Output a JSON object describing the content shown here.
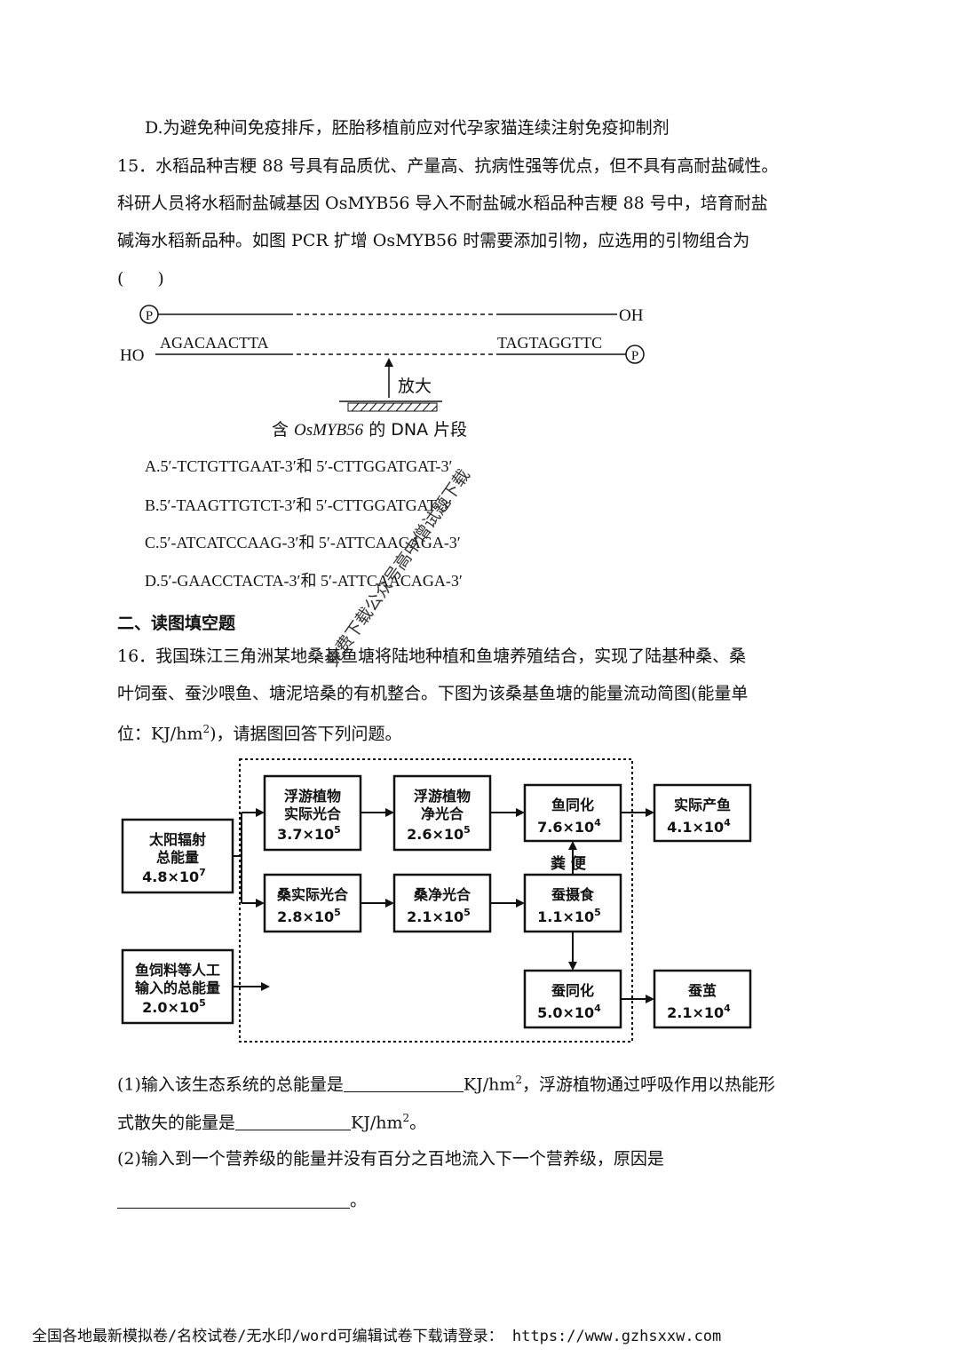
{
  "q14_option_d": "D.为避免种间免疫排斥，胚胎移植前应对代孕家猫连续注射免疫抑制剂",
  "q15": {
    "stem_lines": [
      "15．水稻品种吉粳 88 号具有品质优、产量高、抗病性强等优点，但不具有高耐盐碱性。",
      "科研人员将水稻耐盐碱基因 OsMYB56 导入不耐盐碱水稻品种吉粳 88 号中，培育耐盐",
      "碱海水稻新品种。如图 PCR 扩增 OsMYB56 时需要添加引物，应选用的引物组合为",
      "(　　)"
    ],
    "diagram": {
      "p_label": "P",
      "oh_right": "OH",
      "ho_left": "HO",
      "seq_left": "AGACAACTTA",
      "seq_right": "TAGTAGGTTC",
      "magnify_label": "放大",
      "caption_prefix": "含 ",
      "caption_gene": "OsMYB56",
      "caption_suffix": " 的 DNA 片段"
    },
    "options": [
      "A.5′-TCTGTTGAAT-3′和 5′-CTTGGATGAT-3′",
      "B.5′-TAAGTTGTCT-3′和 5′-CTTGGATGAT-3′",
      "C.5′-ATCATCCAAG-3′和 5′-ATTCAACAGA-3′",
      "D.5′-GAACCTACTA-3′和 5′-ATTCAACAGA-3′"
    ]
  },
  "section_title": "二、读图填空题",
  "q16": {
    "stem_lines": [
      "16．我国珠江三角洲某地桑基鱼塘将陆地种植和鱼塘养殖结合，实现了陆基种桑、桑",
      "叶饲蚕、蚕沙喂鱼、塘泥培桑的有机整合。下图为该桑基鱼塘的能量流动简图(能量单"
    ],
    "stem_line3_prefix": "位：KJ/hm",
    "stem_line3_sup": "2",
    "stem_line3_suffix": ")，请据图回答下列问题。",
    "flow": {
      "solar_l1": "太阳辐射",
      "solar_l2": "总能量",
      "solar_val": "4.8×10",
      "solar_exp": "7",
      "plankton_gross_l1": "浮游植物",
      "plankton_gross_l2": "实际光合",
      "plankton_gross_val": "3.7×10",
      "plankton_gross_exp": "5",
      "plankton_net_l1": "浮游植物",
      "plankton_net_l2": "净光合",
      "plankton_net_val": "2.6×10",
      "plankton_net_exp": "5",
      "fish_assim_l1": "鱼同化",
      "fish_assim_val": "7.6×10",
      "fish_assim_exp": "4",
      "fish_yield_l1": "实际产鱼",
      "fish_yield_val": "4.1×10",
      "fish_yield_exp": "4",
      "mulberry_gross_l1": "桑实际光合",
      "mulberry_gross_val": "2.8×10",
      "mulberry_gross_exp": "5",
      "mulberry_net_l1": "桑净光合",
      "mulberry_net_val": "2.1×10",
      "mulberry_net_exp": "5",
      "silkworm_intake_l1": "蚕摄食",
      "silkworm_intake_val": "1.1×10",
      "silkworm_intake_exp": "5",
      "feed_l1": "鱼饲料等人工",
      "feed_l2": "输入的总能量",
      "feed_val": "2.0×10",
      "feed_exp": "5",
      "silkworm_assim_l1": "蚕同化",
      "silkworm_assim_val": "5.0×10",
      "silkworm_assim_exp": "4",
      "cocoon_l1": "蚕茧",
      "cocoon_val": "2.1×10",
      "cocoon_exp": "4",
      "feces_label": "粪 便"
    },
    "q1_a": "(1)输入该生态系统的总能量是",
    "q1_b": "KJ/hm",
    "q1_sup": "2",
    "q1_c": "，浮游植物通过呼吸作用以热能形",
    "q1_d": "式散失的能量是",
    "q1_e": "KJ/hm",
    "q1_sup2": "2",
    "q1_f": "。",
    "q2_a": "(2)输入到一个营养级的能量并没有百分之百地流入下一个营养级，原因是",
    "q2_end": "。"
  },
  "watermark": "免费下载公众号高中僧试题下载",
  "footer": "全国各地最新模拟卷/名校试卷/无水印/word可编辑试卷下载请登录： https://www.gzhsxxw.com"
}
